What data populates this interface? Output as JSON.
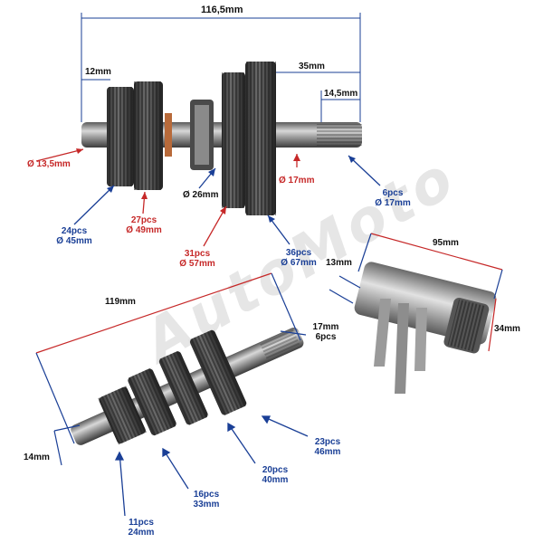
{
  "watermark": "AutoMoto",
  "colors": {
    "dimension_line": "#c62828",
    "leader_blue": "#1a3f96",
    "metal": "#8a8a8a",
    "dark_metal": "#3a3a3a"
  },
  "top_shaft": {
    "overall_length": "116,5mm",
    "left_offset": "12mm",
    "right_offset": "35mm",
    "spline_length": "14,5mm",
    "shaft_end_dia": "Ø 13,5mm",
    "gear_24": {
      "pcs": "24pcs",
      "dia": "Ø 45mm"
    },
    "gear_27": {
      "pcs": "27pcs",
      "dia": "Ø 49mm"
    },
    "collar_dia": "Ø 26mm",
    "shaft_dia": "Ø 17mm",
    "gear_31": {
      "pcs": "31pcs",
      "dia": "Ø 57mm"
    },
    "gear_36": {
      "pcs": "36pcs",
      "dia": "Ø 67mm"
    },
    "spline": {
      "pcs": "6pcs",
      "dia": "Ø 17mm"
    }
  },
  "drum": {
    "length": "95mm",
    "end_dia": "13mm",
    "side_dia": "34mm"
  },
  "bottom_shaft": {
    "overall_length": "119mm",
    "spline": {
      "dia": "17mm",
      "pcs": "6pcs"
    },
    "end_dia": "14mm",
    "gear_23": {
      "pcs": "23pcs",
      "dia": "46mm"
    },
    "gear_20": {
      "pcs": "20pcs",
      "dia": "40mm"
    },
    "gear_16": {
      "pcs": "16pcs",
      "dia": "33mm"
    },
    "gear_11": {
      "pcs": "11pcs",
      "dia": "24mm"
    }
  }
}
